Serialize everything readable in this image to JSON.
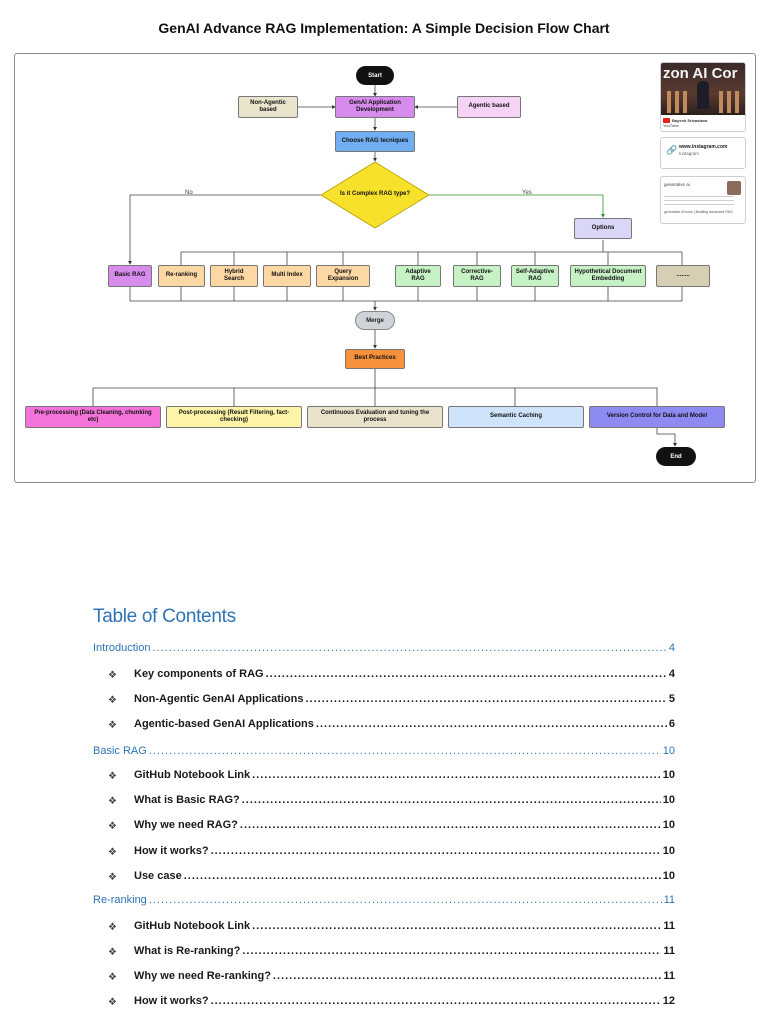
{
  "page": {
    "title": "GenAI Advance RAG Implementation: A Simple Decision Flow Chart"
  },
  "flowchart": {
    "start": "Start",
    "end": "End",
    "non_agentic": "Non-Agentic based",
    "app_dev": "GenAI Application Development",
    "agentic": "Agentic based",
    "choose": "Choose RAG tecniques",
    "decision": "Is it Complex RAG type?",
    "no_label": "No",
    "yes_label": "Yes",
    "options": "Options",
    "techniques": {
      "basic": "Basic RAG",
      "reranking": "Re-ranking",
      "hybrid": "Hybrid Search",
      "multi": "Multi Index",
      "query": "Query Expansion",
      "adaptive": "Adaptive RAG",
      "corrective": "Corrective-RAG",
      "self_adaptive": "Self-Adaptive RAG",
      "hyde": "Hypothetical Document Embedding",
      "more": "........"
    },
    "merge": "Merge",
    "best_practices": "Best Practices",
    "practices": {
      "pre": "Pre-processing (Data Cleaning, chunking etc)",
      "post": "Post-processing (Result Filtering, fact-checking)",
      "eval": "Continuous Evaluation and tuning the process",
      "cache": "Semantic Caching",
      "version": "Version Control for Data and Model"
    },
    "colors": {
      "purple": "#d78bec",
      "lavender": "#f5d3f5",
      "tan": "#e9e4cc",
      "blue": "#72aef2",
      "yellow": "#f7e12b",
      "options": "#d9d6f7",
      "orange_light": "#fdd7a4",
      "green_light": "#c6f2c6",
      "gray_tan": "#d6cfb4",
      "merge": "#d0d3d8",
      "best": "#f7913b",
      "pink": "#f373d8",
      "pale_yellow": "#fdf4a7",
      "beige": "#e9e2cb",
      "light_blue": "#cfe3fb",
      "violet": "#8d8af2"
    }
  },
  "side_panel": {
    "yt_banner": "zon AI Cor",
    "yt_channel": "Bayesh Srivastava",
    "yt_platform": "YouTube",
    "link_url": "www.instagram.com",
    "link_platform": "Instagram",
    "post_text": "generative ai",
    "post_foot": "generative AI tools | Building advanced RAG"
  },
  "toc": {
    "title": "Table of Contents",
    "rows": [
      {
        "label": "Introduction",
        "page": "4"
      },
      {
        "label": "Key components of RAG",
        "page": "4"
      },
      {
        "label": "Non-Agentic GenAI Applications",
        "page": "5"
      },
      {
        "label": "Agentic-based GenAI Applications",
        "page": "6"
      },
      {
        "label": "Basic RAG",
        "page": "10"
      },
      {
        "label": "GitHub Notebook Link",
        "page": "10"
      },
      {
        "label": "What is Basic RAG?",
        "page": "10"
      },
      {
        "label": "Why we need RAG?",
        "page": "10"
      },
      {
        "label": "How it works?",
        "page": "10"
      },
      {
        "label": "Use case",
        "page": "10"
      },
      {
        "label": "Re-ranking",
        "page": "11"
      },
      {
        "label": "GitHub Notebook Link",
        "page": "11"
      },
      {
        "label": "What is Re-ranking?",
        "page": "11"
      },
      {
        "label": "Why we need Re-ranking?",
        "page": "11"
      },
      {
        "label": "How it works?",
        "page": "12"
      }
    ]
  }
}
